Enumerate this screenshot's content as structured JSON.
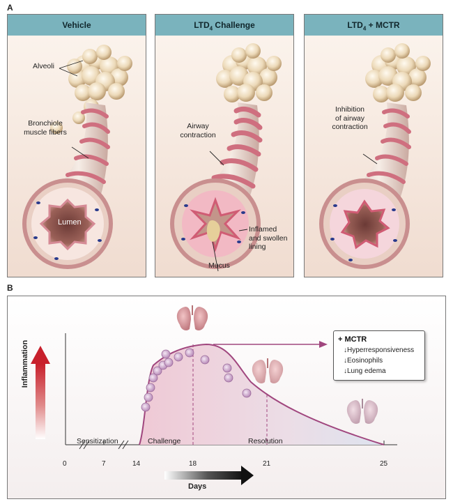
{
  "panel_a": {
    "letter": "A",
    "panels": [
      {
        "title": "Vehicle"
      },
      {
        "title_main": "LTD",
        "title_sub": "4",
        "title_rest": " Challenge"
      },
      {
        "title_main": "LTD",
        "title_sub": "4",
        "title_rest": " + MCTR"
      }
    ],
    "labels": {
      "alveoli": "Alveoli",
      "bronchiole_1": "Bronchiole",
      "bronchiole_2": "muscle fibers",
      "lumen": "Lumen",
      "airway_1": "Airway",
      "airway_2": "contraction",
      "inflamed_1": "Inflamed",
      "inflamed_2": "and swollen",
      "inflamed_3": "lining",
      "mucus": "Mucus",
      "inhibition_1": "Inhibition",
      "inhibition_2": "of airway",
      "inhibition_3": "contraction"
    }
  },
  "panel_b": {
    "letter": "B",
    "y_label": "Inflammation",
    "x_label": "Days",
    "ticks": [
      "0",
      "7",
      "14",
      "18",
      "21",
      "25"
    ],
    "phases": [
      "Sensitization",
      "Challenge",
      "Resolution"
    ],
    "box": {
      "title": "+ MCTR",
      "items": [
        "↓Hyperresponsiveness",
        "↓Eosinophils",
        "↓Lung edema"
      ]
    },
    "colors": {
      "curve": "#a0467e",
      "fill_start": "#efc9d5",
      "fill_end": "#dde3ef",
      "arrow_red": "#c8202c"
    }
  }
}
